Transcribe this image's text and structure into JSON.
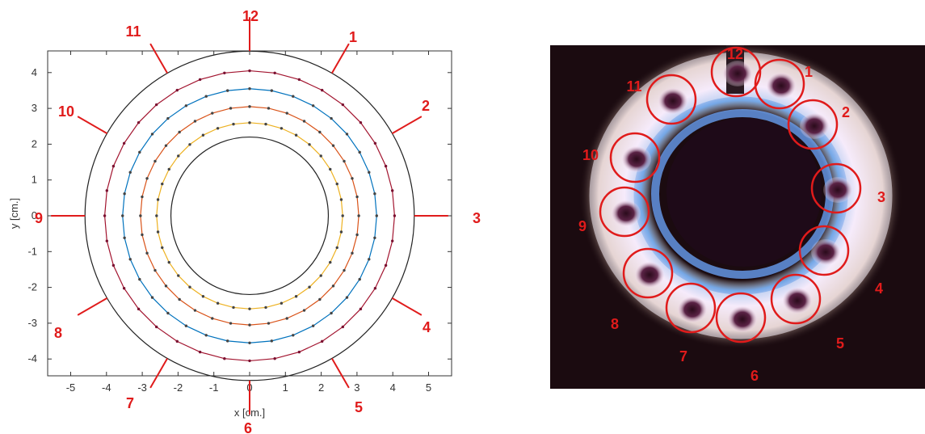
{
  "plot": {
    "xlabel": "x [cm.]",
    "ylabel": "y [cm.]",
    "xlim": [
      -6,
      6
    ],
    "ylim": [
      -4.6,
      4.6
    ],
    "xticks": [
      -5,
      -4,
      -3,
      -2,
      -1,
      0,
      1,
      2,
      3,
      4,
      5
    ],
    "yticks": [
      -4,
      -3,
      -2,
      -1,
      0,
      1,
      2,
      3,
      4
    ],
    "outer_circle_radius": 4.6,
    "inner_circle_radius": 2.2,
    "rings": [
      {
        "radius": 2.6,
        "color": "#edb120"
      },
      {
        "radius": 3.05,
        "color": "#d95319"
      },
      {
        "radius": 3.55,
        "color": "#0072bd"
      },
      {
        "radius": 4.05,
        "color": "#a2142f"
      }
    ],
    "points_per_ring": 36
  },
  "burner_labels": [
    "1",
    "2",
    "3",
    "4",
    "5",
    "6",
    "7",
    "8",
    "9",
    "10",
    "11",
    "12"
  ],
  "photo": {
    "background": "#1b0b10",
    "highlight_color": "#e01b1b"
  },
  "colors": {
    "label_red": "#e01b1b",
    "axis": "#333333"
  }
}
